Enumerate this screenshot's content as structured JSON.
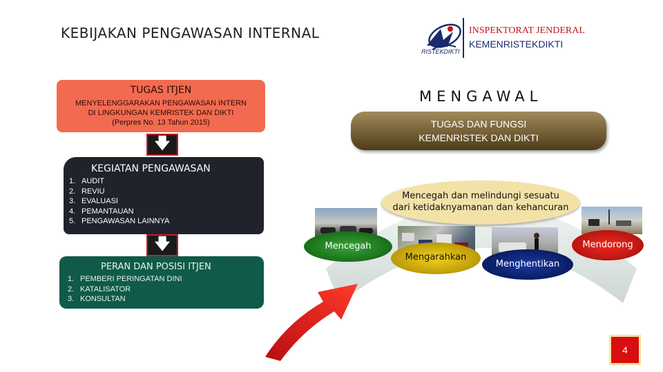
{
  "header": {
    "title": "KEBIJAKAN PENGAWASAN INTERNAL",
    "logo_text": "RISTEKDIKTI",
    "org_line1": "INSPEKTORAT JENDERAL",
    "org_line2": "KEMENRISTEKDIKTI"
  },
  "left": {
    "tugas": {
      "heading": "TUGAS ITJEN",
      "line1": "MENYELENGGARAKAN PENGAWASAN INTERN",
      "line2": "DI LINGKUNGAN KEMRISTEK DAN DIKTI",
      "line3": "(Perpres No. 13 Tahun 2015)"
    },
    "kegiatan": {
      "heading": "KEGIATAN PENGAWASAN",
      "items": [
        {
          "num": "1.",
          "label": "AUDIT"
        },
        {
          "num": "2.",
          "label": "REVIU"
        },
        {
          "num": "3.",
          "label": "EVALUASI"
        },
        {
          "num": "4.",
          "label": "PEMANTAUAN"
        },
        {
          "num": "5.",
          "label": "PENGAWASAN LAINNYA"
        }
      ]
    },
    "peran": {
      "heading": "PERAN DAN POSISI ITJEN",
      "items": [
        {
          "num": "1.",
          "label": "PEMBERI PERINGATAN DINI"
        },
        {
          "num": "2.",
          "label": "KATALISATOR"
        },
        {
          "num": "3.",
          "label": "KONSULTAN"
        }
      ]
    }
  },
  "right": {
    "mengawal": "MENGAWAL",
    "tugas_fungsi_line1": "TUGAS DAN FUNGSI",
    "tugas_fungsi_line2": "KEMENRISTEK DAN DIKTI",
    "oval_line1": "Mencegah dan melindungi sesuatu",
    "oval_line2": "dari ketidaknyamanan dan kehancuran",
    "labels": {
      "mencegah": "Mencegah",
      "mengarahkan": "Mengarahkan",
      "menghentikan": "Menghentikan",
      "mendorong": "Mendorong"
    }
  },
  "page_number": "4",
  "colors": {
    "tugas_box": "#f26b50",
    "kegiatan_box": "#20222c",
    "peran_box": "#0f5a48",
    "tugas_fungsi": "#6e5a30",
    "mencegah": "#1f7f1f",
    "mengarahkan": "#e0b80e",
    "menghentikan": "#0c1f72",
    "mendorong": "#d0161a",
    "page_badge": "#d80e10"
  },
  "icons": {
    "arrow": "down-arrow-icon",
    "logo": "ristekdikti-logo-icon",
    "big_arrow": "curved-red-arrow-icon"
  }
}
